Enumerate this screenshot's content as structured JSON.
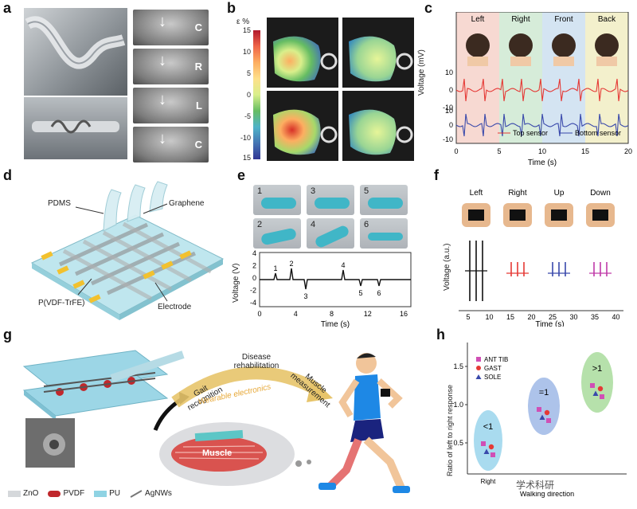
{
  "labels": {
    "a": "a",
    "b": "b",
    "c": "c",
    "d": "d",
    "e": "e",
    "f": "f",
    "g": "g",
    "h": "h"
  },
  "panel_a": {
    "letters": [
      "C",
      "R",
      "L",
      "C"
    ]
  },
  "panel_b": {
    "colorbar_title": "ε %",
    "ticks": [
      "15",
      "10",
      "5",
      "0",
      "-5",
      "-10",
      "15"
    ]
  },
  "panel_c": {
    "columns": [
      "Left",
      "Right",
      "Front",
      "Back"
    ],
    "colors": {
      "left": "#f7d9d2",
      "right": "#d6ecd9",
      "front": "#d4e4f2",
      "back": "#f3f0cc"
    },
    "ylabel": "Voltage (mV)",
    "xlabel": "Time (s)",
    "yticks": [
      "10",
      "0",
      "-10",
      "10",
      "0",
      "-10"
    ],
    "xticks": [
      "0",
      "5",
      "10",
      "15",
      "20"
    ],
    "legend": {
      "top": "Top sensor",
      "bottom": "Bottom sensor",
      "top_color": "#e53935",
      "bottom_color": "#3949ab"
    }
  },
  "panel_d": {
    "pdms": "PDMS",
    "graphene": "Graphene",
    "pvdf": "P(VDF-TrFE)",
    "electrode": "Electrode"
  },
  "panel_e": {
    "tiles": [
      "1",
      "3",
      "5",
      "2",
      "4",
      "6"
    ],
    "ylabel": "Voltage (V)",
    "xlabel": "Time (s)",
    "yticks": [
      "4",
      "2",
      "0",
      "-2",
      "-4"
    ],
    "xticks": [
      "0",
      "4",
      "8",
      "12",
      "16"
    ],
    "peaks": [
      "1",
      "2",
      "3",
      "4",
      "5",
      "6"
    ]
  },
  "panel_f": {
    "columns": [
      "Left",
      "Right",
      "Up",
      "Down"
    ],
    "ylabel": "Voltage (a.u.)",
    "xlabel": "Time (s)",
    "xticks": [
      "5",
      "10",
      "15",
      "20",
      "25",
      "30",
      "35",
      "40"
    ],
    "colors": [
      "#111111",
      "#e53935",
      "#3949ab",
      "#c03aa8"
    ]
  },
  "panel_g": {
    "gait": "Gait recognition",
    "disease": "Disease rehabilitation",
    "muscle_meas": "Muscle measurement",
    "wearable": "Wearable electronics",
    "muscle": "Muscle",
    "legend": [
      {
        "label": "ZnO",
        "color": "#d5d8db"
      },
      {
        "label": "PVDF",
        "color": "#c0282c"
      },
      {
        "label": "PU",
        "color": "#8fd3e3"
      },
      {
        "label": "AgNWs",
        "color": "#777777"
      }
    ]
  },
  "panel_h": {
    "ylabel": "Ratio of left to right response",
    "xlabel": "Walking direction",
    "yticks": [
      "1.5",
      "1.0",
      "0.5"
    ],
    "xtick_right": "Right",
    "bubbles": [
      "<1",
      "=1",
      ">1"
    ],
    "legend": [
      {
        "label": "ANT TIB",
        "color": "#d04fb5",
        "shape": "square"
      },
      {
        "label": "GAST",
        "color": "#e53935",
        "shape": "circle"
      },
      {
        "label": "SOLE",
        "color": "#3949ab",
        "shape": "triangle"
      }
    ],
    "watermark": "学术科研"
  }
}
